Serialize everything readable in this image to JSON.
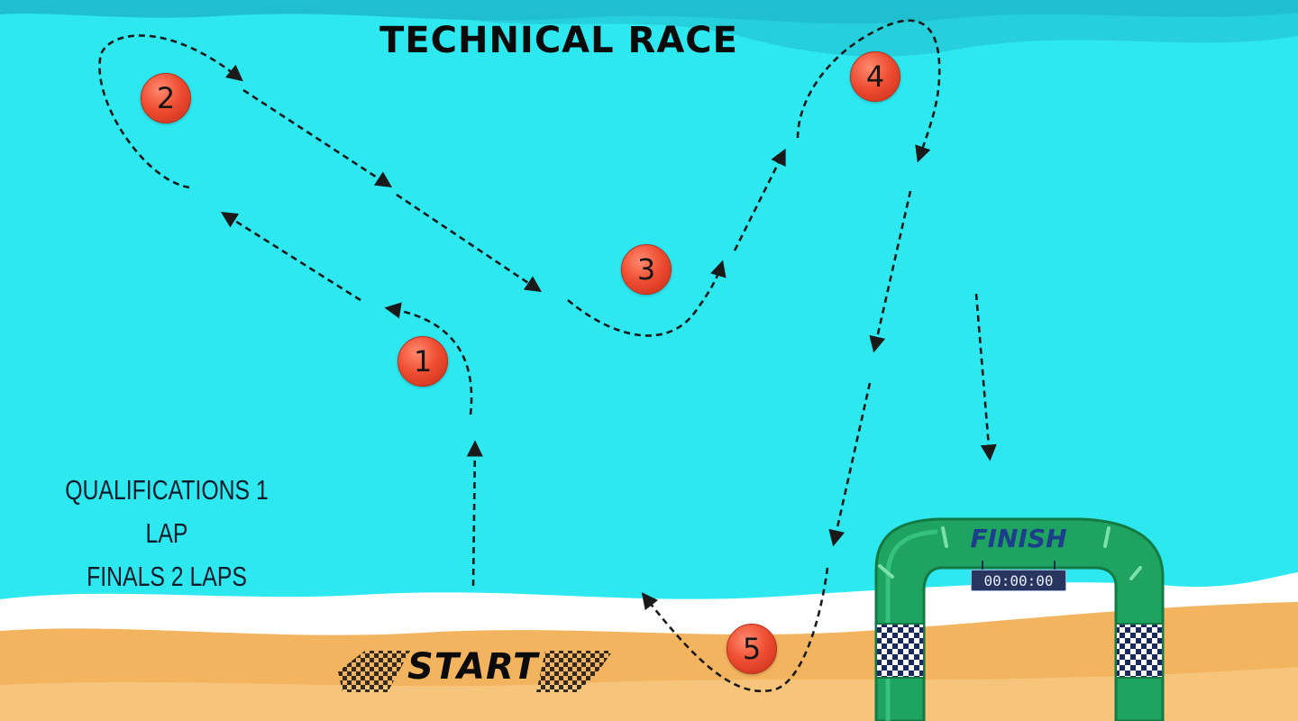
{
  "title": "TECHNICAL RACE",
  "info": {
    "line1": "QUALIFICATIONS 1 LAP",
    "line2": "FINALS 2 LAPS"
  },
  "buoys": [
    "1",
    "2",
    "3",
    "4",
    "5"
  ],
  "start_label": "START",
  "finish_label": "FINISH",
  "timer": "00:00:00",
  "colors": {
    "water": "#2ee8f0",
    "deep_water": "#21c6d6",
    "sand": "#f2b45e",
    "buoy": "#ef4f33",
    "arch": "#1fa361",
    "path": "#1a1a1a"
  }
}
